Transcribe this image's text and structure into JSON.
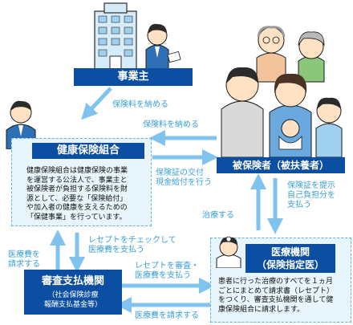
{
  "nodes": {
    "employer": {
      "title": "事業主"
    },
    "insurer": {
      "title": "健康保険組合",
      "description": [
        "健康保険組合は健康保険の事業",
        "を運営する公法人で、事業主と",
        "被保険者が負担する保険料を財",
        "源として、必要な「保険給付」",
        "や加入者の健康を支えるための",
        "「保健事業」を行っています。"
      ]
    },
    "insured": {
      "title": "被保険者（被扶養者）"
    },
    "reviewer": {
      "title": "審査支払機関",
      "subtitle_lines": [
        "（社会保険診療",
        "報酬支払基金等）"
      ]
    },
    "medical": {
      "title_lines": [
        "医療機関",
        "（保険指定医）"
      ],
      "description": [
        "患者に行った治療のすべてを１ヵ月",
        "ごとにまとめて請求書（レセプト）",
        "をつくり、審査支払機関を通して健",
        "康保険組合に請求します。"
      ]
    }
  },
  "flows": {
    "employer_to_insurer": "保険料を納める",
    "insured_to_insurer": "保険料を納める",
    "insurer_to_insured": [
      "保険証の交付",
      "現金給付を行う"
    ],
    "insured_to_medical": [
      "保険証を提示",
      "自己負担分を",
      "支払う"
    ],
    "medical_to_insured": "治療する",
    "insurer_to_reviewer": [
      "レセプトをチェックして",
      "医療費を支払う"
    ],
    "reviewer_to_insurer": [
      "医療費を",
      "請求する"
    ],
    "reviewer_to_medical": [
      "レセプトを審査・",
      "医療費を支払う"
    ],
    "medical_to_reviewer": "医療費を請求する"
  },
  "colors": {
    "dark_blue": "#0b4ea2",
    "light_blue": "#7fc3ee",
    "label_blue": "#3aa0d8",
    "box_bg": "#e8f5fc"
  }
}
